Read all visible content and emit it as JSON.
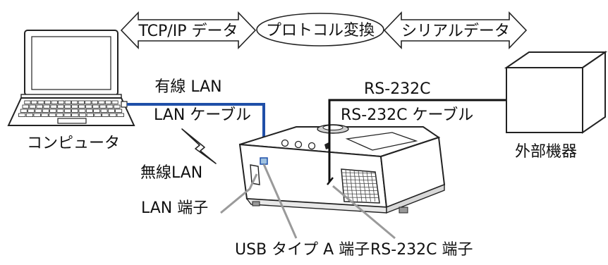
{
  "top_bar": {
    "tcpip_label": "TCP/IP データ",
    "conversion_label": "プロトコル変換",
    "serial_label": "シリアルデータ"
  },
  "computer": {
    "label": "コンピュータ"
  },
  "wired_lan": {
    "label": "有線 LAN",
    "cable_label": "LAN ケーブル",
    "color": "#1f4fa8"
  },
  "wireless_lan": {
    "label": "無線LAN"
  },
  "rs232": {
    "label": "RS-232C",
    "cable_label": "RS-232C ケーブル"
  },
  "external_device": {
    "label": "外部機器"
  },
  "ports": {
    "lan_port_label": "LAN 端子",
    "usb_port_label": "USB タイプ A 端子",
    "rs232_port_label": "RS-232C 端子"
  }
}
